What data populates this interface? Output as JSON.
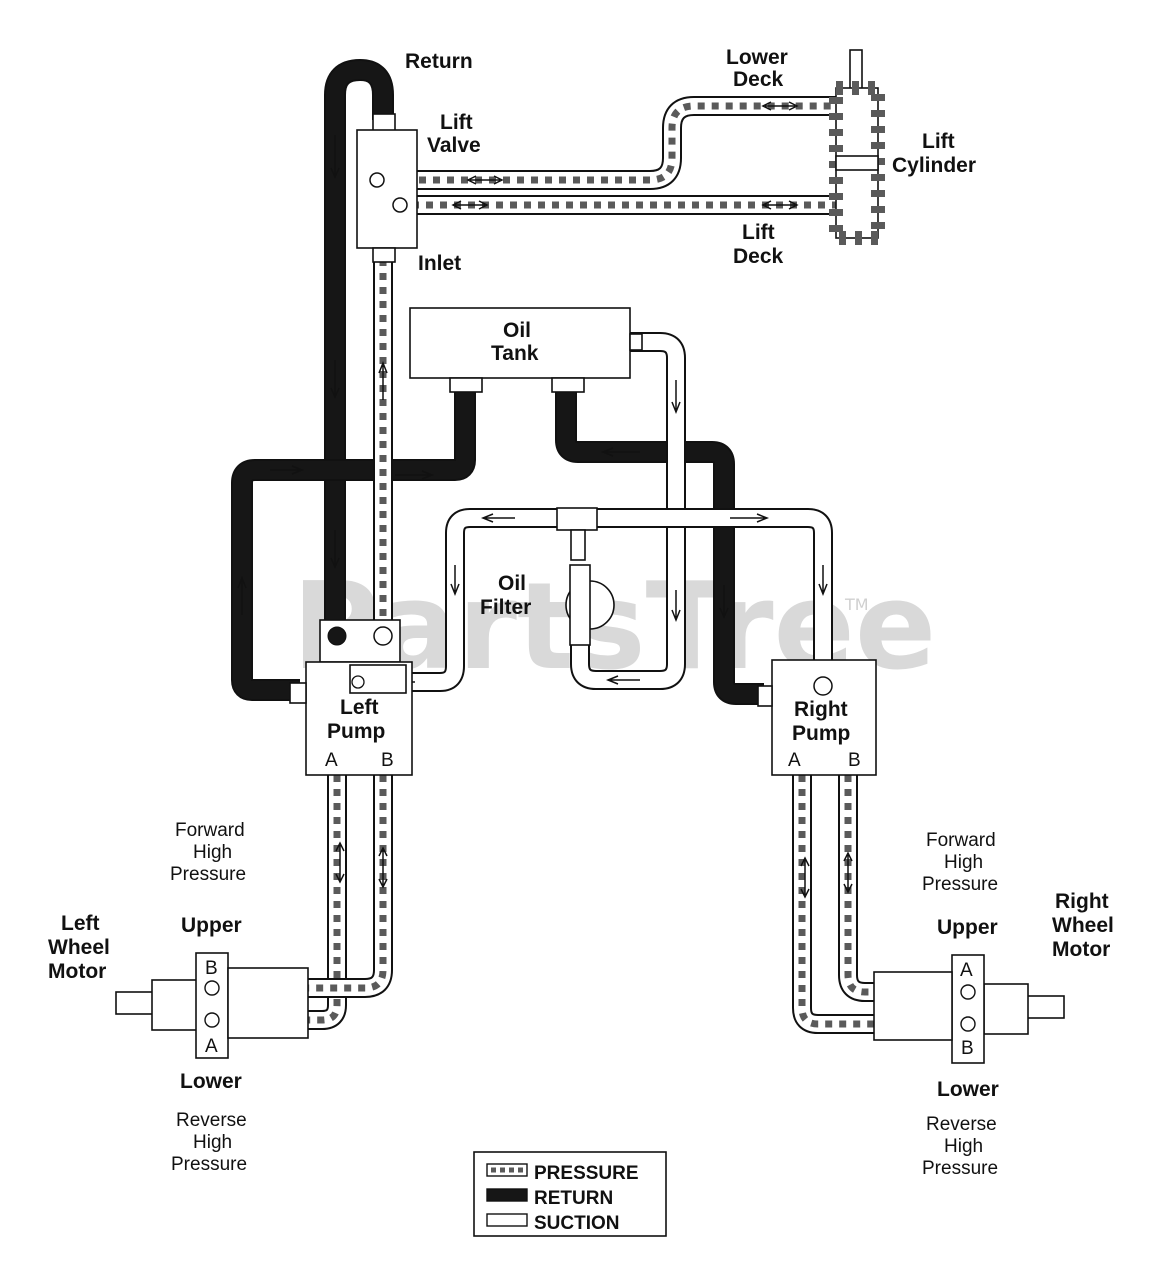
{
  "watermark": "PartsTree",
  "watermark_tm": "TM",
  "labels": {
    "return": "Return",
    "lift_valve": [
      "Lift",
      "Valve"
    ],
    "inlet": "Inlet",
    "lower_deck": [
      "Lower",
      "Deck"
    ],
    "lift_cylinder": [
      "Lift",
      "Cylinder"
    ],
    "lift_deck": [
      "Lift",
      "Deck"
    ],
    "oil_tank": [
      "Oil",
      "Tank"
    ],
    "oil_filter": [
      "Oil",
      "Filter"
    ],
    "left_pump": [
      "Left",
      "Pump"
    ],
    "right_pump": [
      "Right",
      "Pump"
    ],
    "port_a": "A",
    "port_b": "B",
    "left_forward": [
      "Forward",
      "High",
      "Pressure"
    ],
    "right_forward": [
      "Forward",
      "High",
      "Pressure"
    ],
    "left_wheel_motor": [
      "Left",
      "Wheel",
      "Motor"
    ],
    "right_wheel_motor": [
      "Right",
      "Wheel",
      "Motor"
    ],
    "upper": "Upper",
    "lower": "Lower",
    "left_reverse": [
      "Reverse",
      "High",
      "Pressure"
    ],
    "right_reverse": [
      "Reverse",
      "High",
      "Pressure"
    ]
  },
  "legend": {
    "pressure": "PRESSURE",
    "return": "RETURN",
    "suction": "SUCTION"
  },
  "colors": {
    "line": "#111111",
    "return_fill": "#161616",
    "pressure_dash": "#5a5a5a",
    "suction_fill": "#ffffff"
  }
}
